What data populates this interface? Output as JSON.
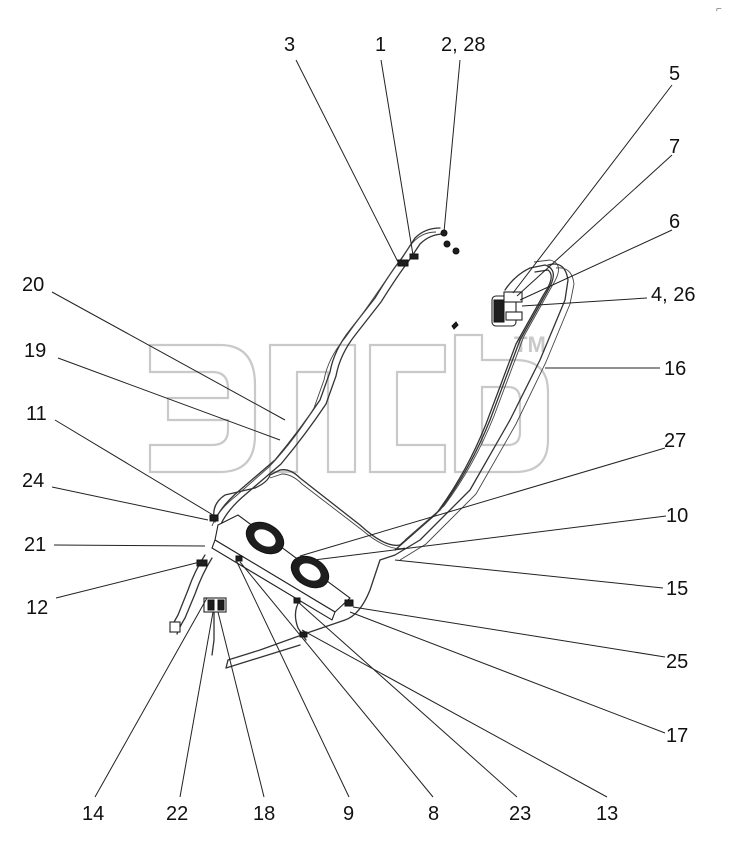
{
  "diagram": {
    "callouts": [
      {
        "id": "c3",
        "label": "3"
      },
      {
        "id": "c1",
        "label": "1"
      },
      {
        "id": "c2",
        "label": "2, 28"
      },
      {
        "id": "c5",
        "label": "5"
      },
      {
        "id": "c7",
        "label": "7"
      },
      {
        "id": "c6",
        "label": "6"
      },
      {
        "id": "c4",
        "label": "4, 26"
      },
      {
        "id": "c16",
        "label": "16"
      },
      {
        "id": "c20",
        "label": "20"
      },
      {
        "id": "c19",
        "label": "19"
      },
      {
        "id": "c11",
        "label": "11"
      },
      {
        "id": "c24",
        "label": "24"
      },
      {
        "id": "c21",
        "label": "21"
      },
      {
        "id": "c12",
        "label": "12"
      },
      {
        "id": "c27",
        "label": "27"
      },
      {
        "id": "c10",
        "label": "10"
      },
      {
        "id": "c15",
        "label": "15"
      },
      {
        "id": "c25",
        "label": "25"
      },
      {
        "id": "c17",
        "label": "17"
      },
      {
        "id": "c14",
        "label": "14"
      },
      {
        "id": "c22",
        "label": "22"
      },
      {
        "id": "c18",
        "label": "18"
      },
      {
        "id": "c9",
        "label": "9"
      },
      {
        "id": "c8",
        "label": "8"
      },
      {
        "id": "c23",
        "label": "23"
      },
      {
        "id": "c13",
        "label": "13"
      }
    ],
    "watermark": {
      "trademark": "TM"
    }
  }
}
